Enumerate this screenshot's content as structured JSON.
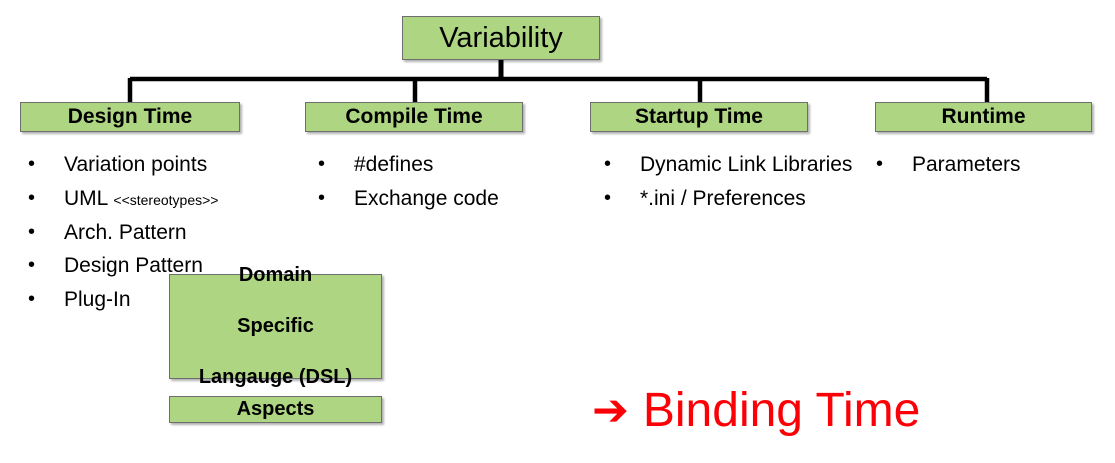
{
  "diagram": {
    "root": {
      "label": "Variability"
    },
    "categories": [
      {
        "label": "Design Time"
      },
      {
        "label": "Compile Time"
      },
      {
        "label": "Startup Time"
      },
      {
        "label": "Runtime"
      }
    ],
    "columns": [
      {
        "owner": "Design Time",
        "bullet_glyph": "•",
        "items": [
          {
            "text": "Variation points",
            "small_suffix": ""
          },
          {
            "text": "UML ",
            "small_suffix": "<<stereotypes>>"
          },
          {
            "text": "Arch. Pattern",
            "small_suffix": ""
          },
          {
            "text": "Design Pattern",
            "small_suffix": ""
          },
          {
            "text": "Plug-In",
            "small_suffix": ""
          }
        ]
      },
      {
        "owner": "Compile Time",
        "bullet_glyph": "•",
        "items": [
          {
            "text": "#defines",
            "small_suffix": ""
          },
          {
            "text": "Exchange code",
            "small_suffix": ""
          }
        ]
      },
      {
        "owner": "Startup Time",
        "bullet_glyph": "•",
        "items": [
          {
            "text": "Dynamic Link Libraries",
            "small_suffix": ""
          },
          {
            "text": "*.ini / Preferences",
            "small_suffix": ""
          }
        ]
      },
      {
        "owner": "Runtime",
        "bullet_glyph": "•",
        "items": [
          {
            "text": "Parameters",
            "small_suffix": ""
          }
        ]
      }
    ],
    "extra_boxes": [
      {
        "name": "dsl",
        "line1": "Domain",
        "line2": "Specific",
        "line3": "Langauge (DSL)"
      },
      {
        "name": "aspects",
        "label": "Aspects"
      }
    ],
    "callout": {
      "arrow_glyph": "➔",
      "label": "Binding Time"
    }
  },
  "colors": {
    "box_fill": "#aed581",
    "box_border": "#6e6e6e",
    "connector": "#000000",
    "callout": "#fb0007",
    "text": "#000000",
    "background": "#ffffff"
  }
}
